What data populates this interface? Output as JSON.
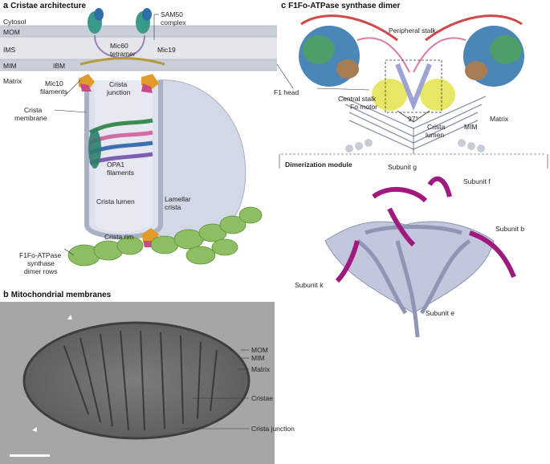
{
  "panel_a": {
    "letter": "a",
    "title": "Cristae architecture",
    "labels": {
      "cytosol": "Cytosol",
      "mom": "MOM",
      "ims": "IMS",
      "mim": "MIM",
      "ibm": "IBM",
      "matrix": "Matrix",
      "sam50": "SAM50",
      "complex": "complex",
      "mic60": "Mic60",
      "tetramer": "tetramer",
      "mic19": "Mic19",
      "mic10": "Mic10",
      "filaments": "filaments",
      "crista": "Crista",
      "junction": "junction",
      "membrane": "membrane",
      "opa1": "OPA1",
      "opa1_filaments": "filaments",
      "crista_lumen": "Crista lumen",
      "lamellar": "Lamellar",
      "lamellar_crista": "crista",
      "crista_rim": "Crista rim",
      "atpase_1": "F1Fo-ATPase",
      "atpase_2": "synthase",
      "atpase_3": "dimer rows"
    }
  },
  "panel_b": {
    "letter": "b",
    "title": "Mitochondrial membranes",
    "labels": {
      "mom": "MOM",
      "mim": "MIM",
      "matrix": "Matrix",
      "cristae": "Cristae",
      "crista_junction": "Crista junction"
    }
  },
  "panel_c": {
    "letter": "c",
    "title": "F1Fo-ATPase synthase dimer",
    "labels": {
      "peripheral_stalk": "Peripheral stalk",
      "f1_head": "F1 head",
      "central_stalk": "Central stalk",
      "fo_motor": "Fo motor",
      "angle": "97°",
      "crista": "Crista",
      "lumen": "lumen",
      "matrix": "Matrix",
      "mim": "MIM",
      "dimerization_module": "Dimerization module",
      "subunit_g": "Subunit g",
      "subunit_f": "Subunit f",
      "subunit_b": "Subunit b",
      "subunit_k": "Subunit k",
      "subunit_e": "Subunit e"
    }
  },
  "colors": {
    "membrane_band": "#c9ced8",
    "ims_band": "#e2e5ea",
    "crista_fill": "#d6dae6",
    "atpase_green": "#8dbf62",
    "dimer_magenta": "#a0197e",
    "dimer_grey": "#a9aec8"
  }
}
